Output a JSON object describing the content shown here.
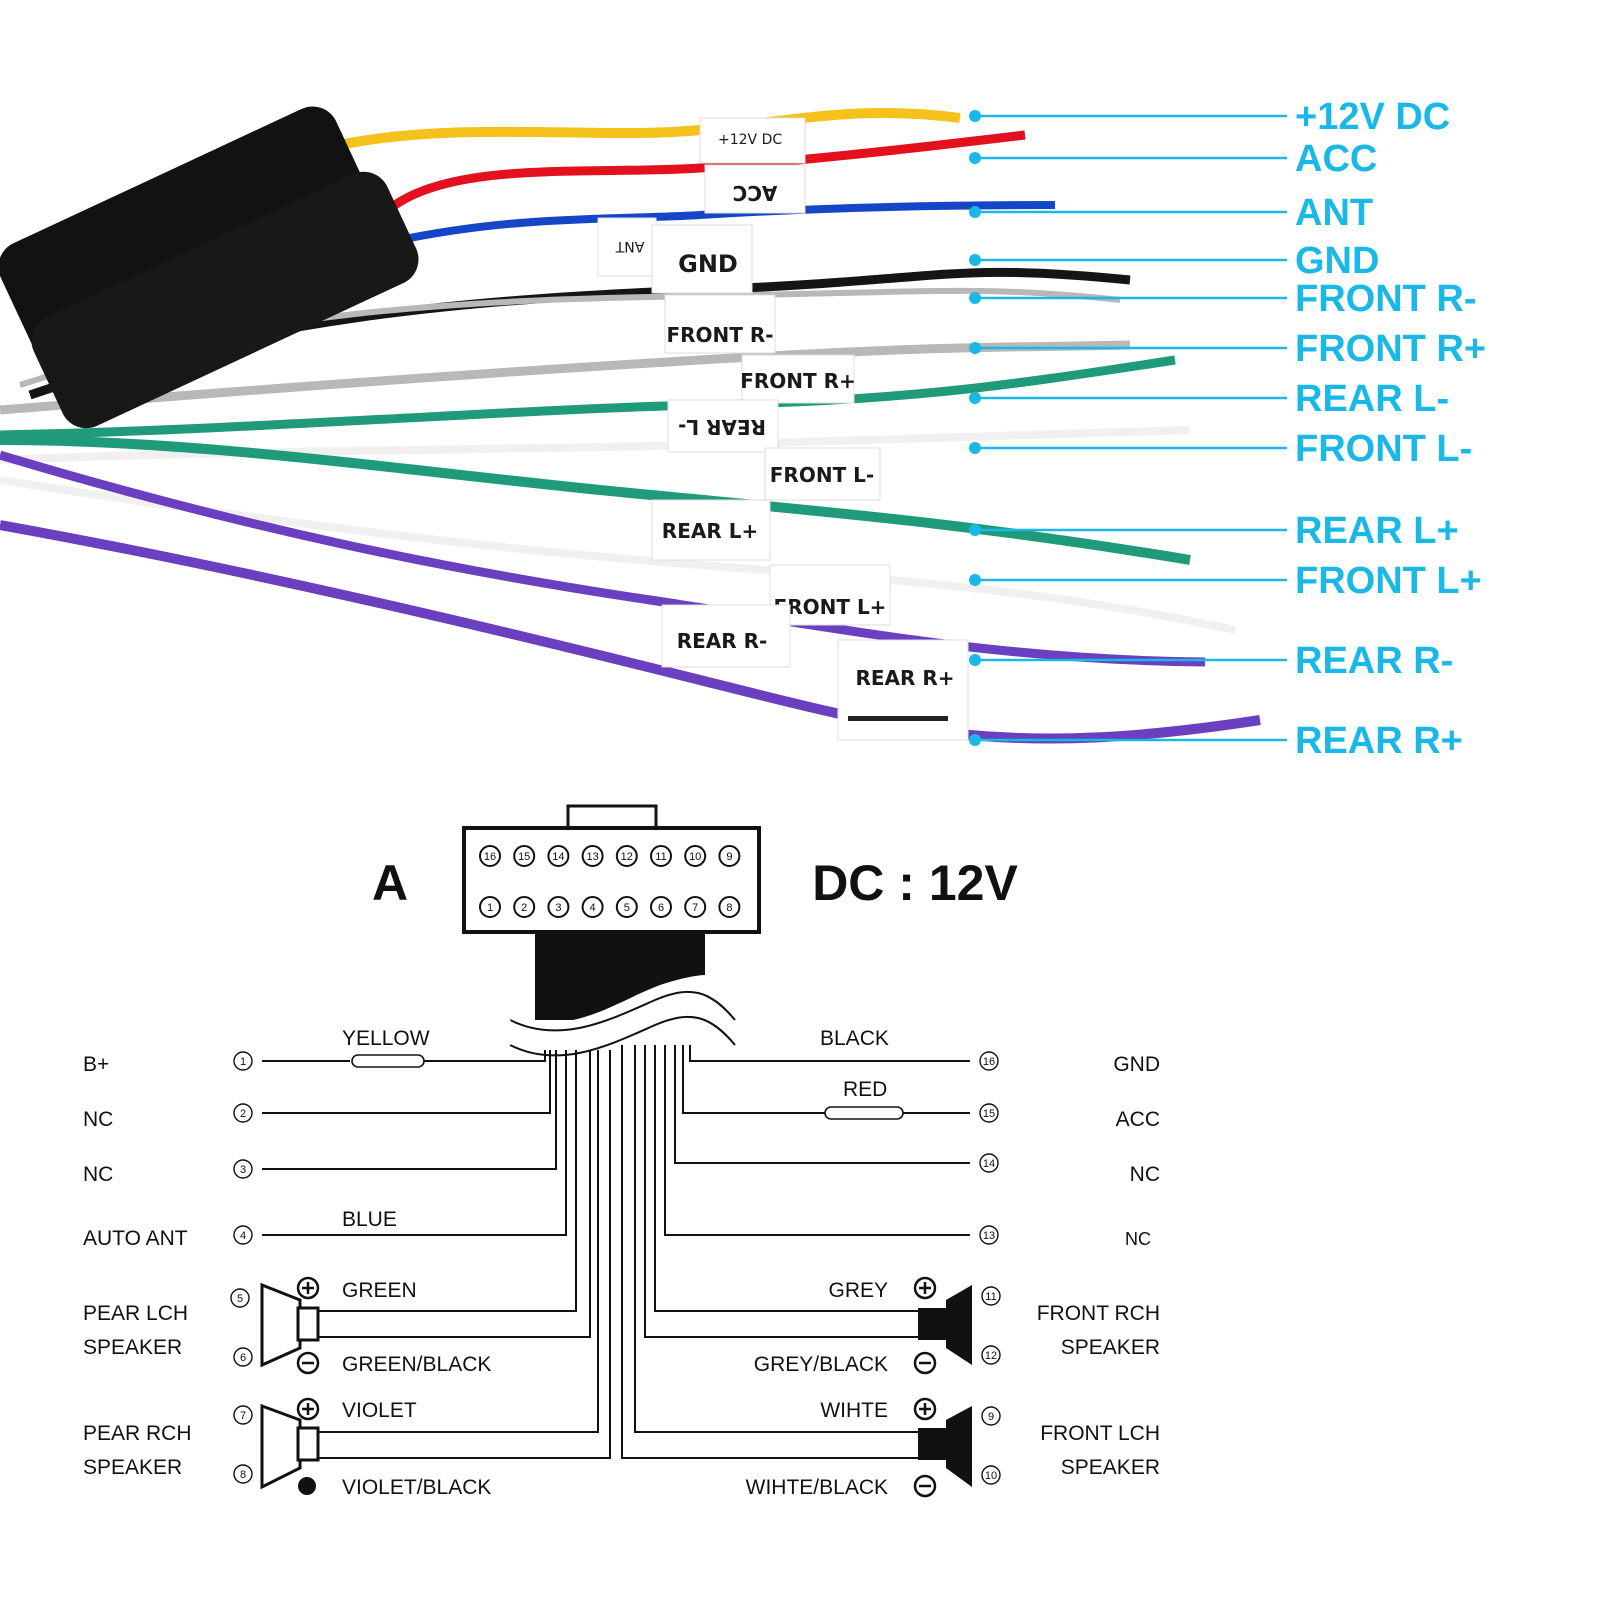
{
  "accent_color": "#1ab8e6",
  "photo": {
    "callouts": [
      {
        "text": "+12V DC",
        "color": "#1ab8e6"
      },
      {
        "text": "ACC",
        "color": "#1ab8e6"
      },
      {
        "text": "ANT",
        "color": "#1ab8e6"
      },
      {
        "text": "GND",
        "color": "#1ab8e6"
      },
      {
        "text": "FRONT R-",
        "color": "#1ab8e6"
      },
      {
        "text": "FRONT R+",
        "color": "#1ab8e6"
      },
      {
        "text": "REAR L-",
        "color": "#1ab8e6"
      },
      {
        "text": "FRONT L-",
        "color": "#1ab8e6"
      },
      {
        "text": "REAR L+",
        "color": "#1ab8e6"
      },
      {
        "text": "FRONT L+",
        "color": "#1ab8e6"
      },
      {
        "text": "REAR R-",
        "color": "#1ab8e6"
      },
      {
        "text": "REAR R+",
        "color": "#1ab8e6"
      }
    ],
    "wire_tags": {
      "t12v": "+12V DC",
      "acc": "ACC",
      "ant": "ANT",
      "gnd": "GND",
      "front_r_minus": "FRONT R-",
      "front_r_plus": "FRONT R+",
      "rear_l_minus": "REAR L-",
      "front_l_minus": "FRONT L-",
      "rear_l_plus": "REAR L+",
      "front_l_plus": "FRONT L+",
      "rear_r_minus": "REAR R-",
      "rear_r_plus": "REAR R+"
    },
    "wire_colors": {
      "yellow": "#f4c21a",
      "red": "#e3101e",
      "blue": "#1646c8",
      "black": "#151515",
      "grey": "#b8b8b8",
      "green": "#1f9a7a",
      "white": "#f0f0f0",
      "violet": "#6a3fc0"
    }
  },
  "diagram": {
    "connector_letter": "A",
    "voltage": "DC : 12V",
    "connector_top_pins": [
      "16",
      "15",
      "14",
      "13",
      "12",
      "11",
      "10",
      "9"
    ],
    "connector_bottom_pins": [
      "1",
      "2",
      "3",
      "4",
      "5",
      "6",
      "7",
      "8"
    ],
    "left": {
      "b_plus": "B+",
      "nc1": "NC",
      "nc2": "NC",
      "auto_ant": "AUTO ANT",
      "rear_lch_1": "PEAR LCH",
      "rear_lch_2": "SPEAKER",
      "rear_rch_1": "PEAR RCH",
      "rear_rch_2": "SPEAKER"
    },
    "right": {
      "gnd": "GND",
      "acc": "ACC",
      "nc1": "NC",
      "nc2": "NC",
      "front_rch_1": "FRONT RCH",
      "front_rch_2": "SPEAKER",
      "front_lch_1": "FRONT LCH",
      "front_lch_2": "SPEAKER"
    },
    "wires": {
      "yellow": "YELLOW",
      "blue": "BLUE",
      "green": "GREEN",
      "green_black": "GREEN/BLACK",
      "violet": "VIOLET",
      "violet_black": "VIOLET/BLACK",
      "black": "BLACK",
      "red": "RED",
      "grey": "GREY",
      "grey_black": "GREY/BLACK",
      "white": "WIHTE",
      "white_black": "WIHTE/BLACK"
    },
    "pins": {
      "p1": "1",
      "p2": "2",
      "p3": "3",
      "p4": "4",
      "p5": "5",
      "p6": "6",
      "p7": "7",
      "p8": "8",
      "p9": "9",
      "p10": "10",
      "p11": "11",
      "p12": "12",
      "p13": "13",
      "p14": "14",
      "p15": "15",
      "p16": "16"
    }
  }
}
